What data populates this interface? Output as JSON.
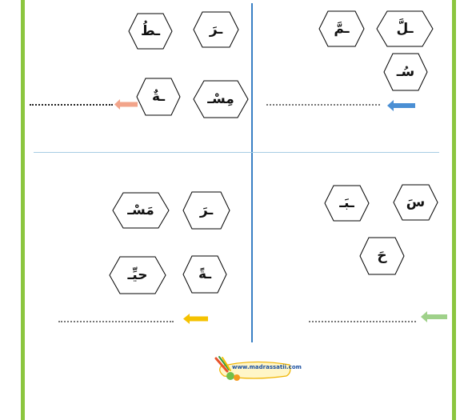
{
  "colors": {
    "border_green": "#8cc63f",
    "vertical_divider": "#3a7fc4",
    "horizontal_divider": "#a7cde3",
    "arrow_blue": "#4a8fd4",
    "arrow_salmon": "#f2a48a",
    "arrow_yellow": "#f5c200",
    "arrow_green": "#9fd18a"
  },
  "quadrant_top_right": {
    "letters": [
      "ـلَّ",
      "ـمَّ",
      "سُـ"
    ],
    "arrow_icon": "arrow-left-icon"
  },
  "quadrant_top_left": {
    "letters": [
      "ـطُ",
      "ـرَ",
      "ـةٌ",
      "مِسْـ"
    ],
    "arrow_icon": "arrow-left-icon"
  },
  "quadrant_bottom_right": {
    "letters": [
      "سَ",
      "ـبَـ",
      "حَ"
    ],
    "arrow_icon": "arrow-left-icon"
  },
  "quadrant_bottom_left": {
    "letters": [
      "ـرَ",
      "مَسْـ",
      "ـةً",
      "حيِّـ"
    ],
    "arrow_icon": "arrow-left-icon"
  },
  "footer": {
    "logo_text": "www.madrassatii.com"
  }
}
